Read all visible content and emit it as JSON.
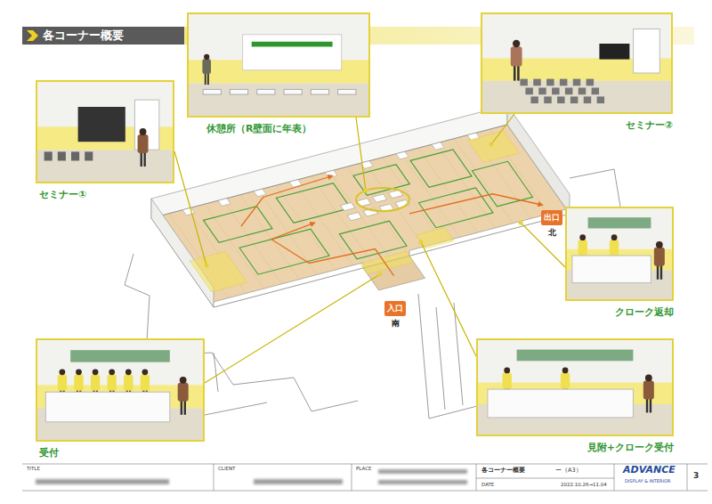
{
  "diagram": {
    "title": "各コーナー概要",
    "nodes": [
      {
        "text": [
          "休憩所（R壁面に年表）"
        ]
      },
      {
        "text": [
          "セミナー②"
        ]
      },
      {
        "text": [
          "セミナー①"
        ]
      },
      {
        "text": [
          "出口",
          "北"
        ]
      },
      {
        "text": [
          "クローク返却"
        ]
      },
      {
        "text": [
          "入口",
          "南"
        ]
      },
      {
        "text": [
          "受付"
        ]
      },
      {
        "text": [
          "見附+クローク受付"
        ]
      }
    ],
    "labels": [
      "TITLE",
      "CLIENT",
      "PLACE",
      "各コーナー概要",
      "ー（A3）",
      "DATE",
      "2022.10.26→11.04",
      "ADVANCE",
      "DISPLAY & INTERIOR",
      "3"
    ]
  }
}
